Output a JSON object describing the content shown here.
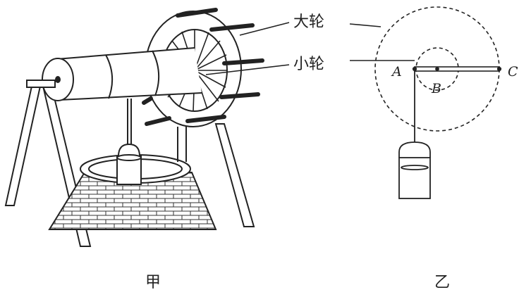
{
  "figure_jia": {
    "label_big_wheel": "大轮",
    "label_small_wheel": "小轮",
    "caption": "甲"
  },
  "figure_yi": {
    "point_a": "A",
    "point_b": "B",
    "point_c": "C",
    "caption": "乙"
  }
}
